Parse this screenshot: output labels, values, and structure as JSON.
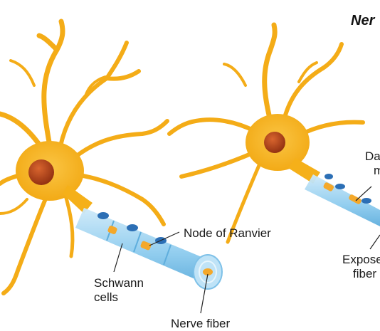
{
  "title": "Ner",
  "labels": {
    "node_of_ranvier": "Node of Ranvier",
    "schwann_line1": "Schwann",
    "schwann_line2": "cells",
    "nerve_fiber": "Nerve fiber",
    "damaged_line1": "Da",
    "damaged_line2": "m",
    "exposed_line1": "Expose",
    "exposed_line2": "fiber"
  },
  "colors": {
    "neuron_body": "#F5B019",
    "neuron_light": "#F8C64A",
    "nucleus": "#B8451B",
    "myelin": "#A6D8F3",
    "myelin_dark": "#6EB7E3",
    "node": "#F4A82A",
    "schwann_nucleus": "#2C6FB5"
  },
  "icons": {
    "neuron": "neuron-illustration",
    "axon": "myelinated-axon-illustration"
  }
}
